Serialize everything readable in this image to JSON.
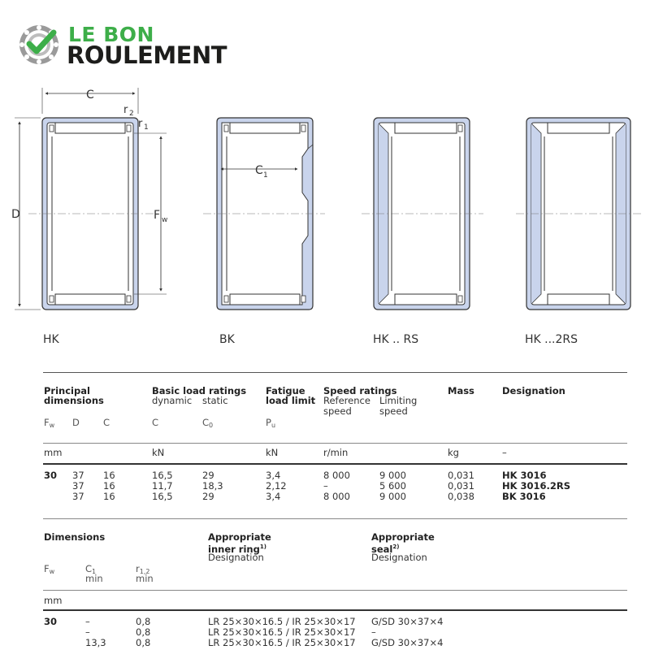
{
  "brand": {
    "line1": "LE BON",
    "line2": "ROULEMENT"
  },
  "drawing_labels": {
    "dim_C": "C",
    "dim_r2": "r",
    "dim_r2_sub": "2",
    "dim_r1": "r",
    "dim_r1_sub": "1",
    "dim_D": "D",
    "dim_Fw": "F",
    "dim_Fw_sub": "w",
    "dim_C1": "C",
    "dim_C1_sub": "1"
  },
  "variants": [
    "HK",
    "BK",
    "HK .. RS",
    "HK ...2RS"
  ],
  "table1": {
    "headers": {
      "principal_1": "Principal",
      "principal_2": "dimensions",
      "basic_1": "Basic load ratings",
      "basic_dyn": "dynamic",
      "basic_stat": "static",
      "fatigue_1": "Fatigue",
      "fatigue_2": "load limit",
      "speed_1": "Speed ratings",
      "speed_ref_1": "Reference",
      "speed_ref_2": "speed",
      "speed_lim_1": "Limiting",
      "speed_lim_2": "speed",
      "mass": "Mass",
      "designation": "Designation"
    },
    "symbols": {
      "fw": "F",
      "fw_sub": "w",
      "d": "D",
      "c": "C",
      "cdyn": "C",
      "c0": "C",
      "c0_sub": "0",
      "pu": "P",
      "pu_sub": "u"
    },
    "units": {
      "mm": "mm",
      "kN": "kN",
      "kN2": "kN",
      "rmin": "r/min",
      "kg": "kg",
      "dash": "–"
    },
    "rows": [
      {
        "fw": "30",
        "d": "37",
        "c": "16",
        "cdyn": "16,5",
        "c0": "29",
        "pu": "3,4",
        "ref": "8 000",
        "lim": "9 000",
        "mass": "0,031",
        "des": "HK 3016"
      },
      {
        "fw": "",
        "d": "37",
        "c": "16",
        "cdyn": "11,7",
        "c0": "18,3",
        "pu": "2,12",
        "ref": "–",
        "lim": "5 600",
        "mass": "0,031",
        "des": "HK 3016.2RS"
      },
      {
        "fw": "",
        "d": "37",
        "c": "16",
        "cdyn": "16,5",
        "c0": "29",
        "pu": "3,4",
        "ref": "8 000",
        "lim": "9 000",
        "mass": "0,038",
        "des": "BK 3016"
      }
    ]
  },
  "table2": {
    "headers": {
      "dimensions": "Dimensions",
      "ring_1": "Appropriate",
      "ring_2": "inner ring",
      "ring_sup": "1)",
      "ring_3": "Designation",
      "seal_1": "Appropriate",
      "seal_2": "seal",
      "seal_sup": "2)",
      "seal_3": "Designation"
    },
    "symbols": {
      "fw": "F",
      "fw_sub": "w",
      "c1": "C",
      "c1_sub": "1",
      "c1_min": "min",
      "r12": "r",
      "r12_sub": "1,2",
      "r12_min": "min"
    },
    "units": {
      "mm": "mm"
    },
    "rows": [
      {
        "fw": "30",
        "c1": "–",
        "r": "0,8",
        "ring": "LR 25×30×16.5 / IR 25×30×17",
        "seal": "G/SD 30×37×4"
      },
      {
        "fw": "",
        "c1": "–",
        "r": "0,8",
        "ring": "LR 25×30×16.5 / IR 25×30×17",
        "seal": "–"
      },
      {
        "fw": "",
        "c1": "13,3",
        "r": "0,8",
        "ring": "LR 25×30×16.5 / IR 25×30×17",
        "seal": "G/SD 30×37×4"
      }
    ]
  }
}
